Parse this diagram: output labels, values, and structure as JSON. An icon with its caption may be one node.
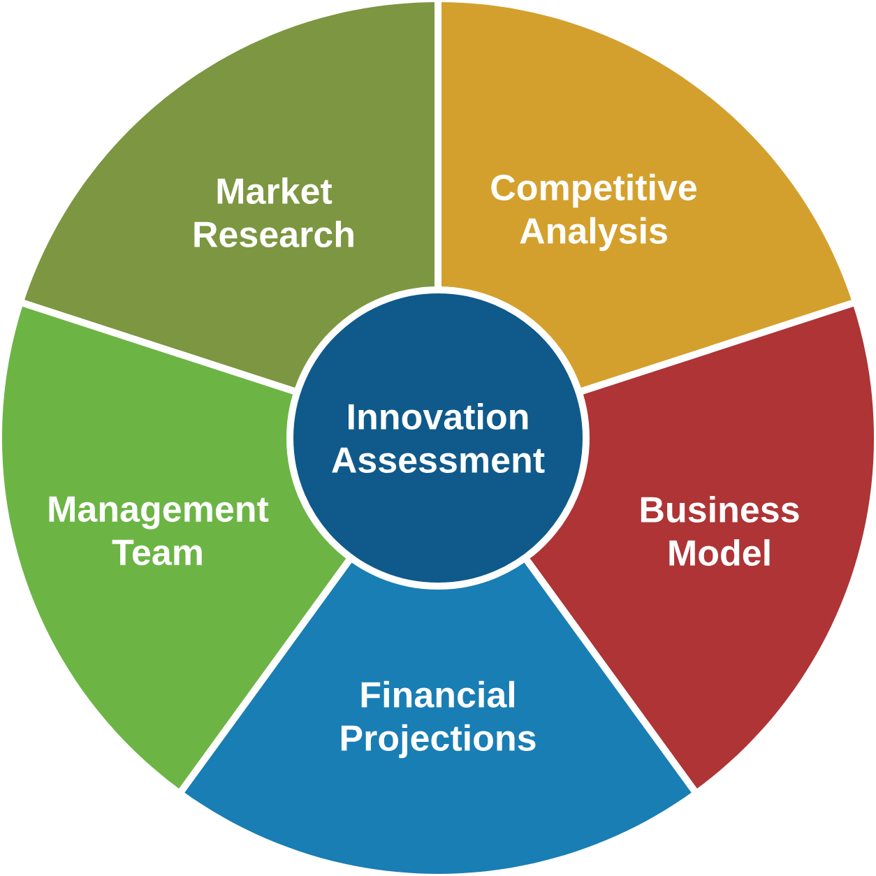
{
  "diagram": {
    "nodes": [
      {
        "text": [
          "Innovation Assessment"
        ]
      },
      {
        "text": [
          "Market Research"
        ]
      },
      {
        "text": [
          "Competitive Analysis"
        ]
      },
      {
        "text": [
          "Management Team"
        ]
      },
      {
        "text": [
          "Business Model"
        ]
      },
      {
        "text": [
          "Financial Projections"
        ]
      }
    ]
  }
}
